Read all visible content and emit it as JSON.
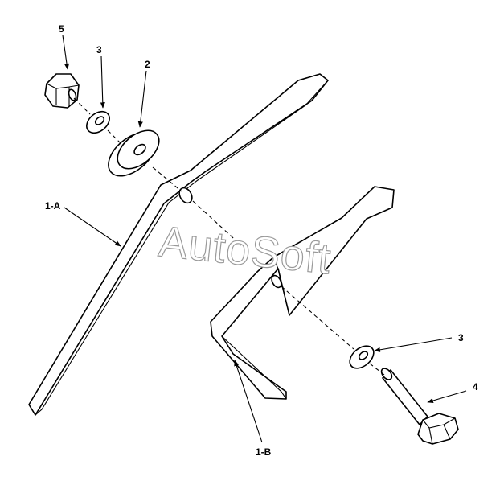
{
  "callouts": {
    "c5": "5",
    "c3_top": "3",
    "c2": "2",
    "c1a": "1-A",
    "c3_right": "3",
    "c4": "4",
    "c1b": "1-B"
  },
  "watermark": "AutoSoft",
  "colors": {
    "line": "#000000",
    "background": "#ffffff",
    "watermark_outline": "#9a9a9a"
  }
}
